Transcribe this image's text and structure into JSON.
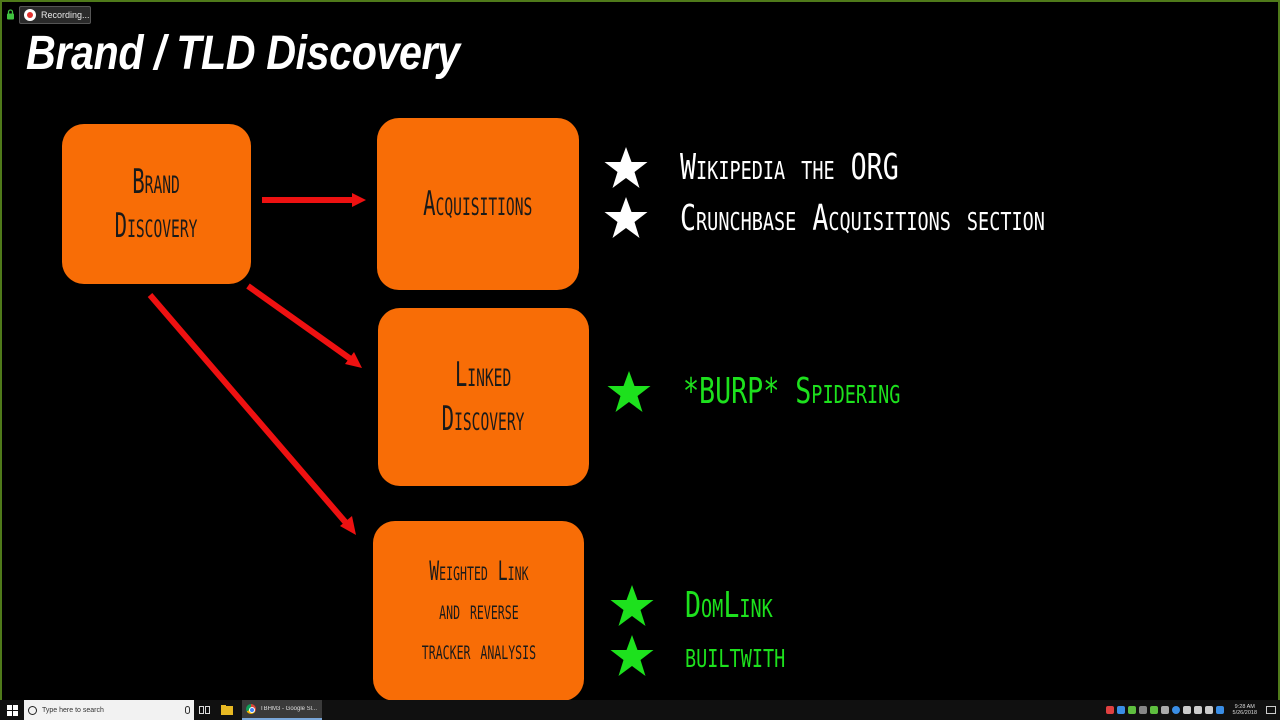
{
  "recording": {
    "label": "Recording..."
  },
  "slide": {
    "title": "Brand / TLD Discovery",
    "boxes": {
      "brand": [
        "Brand",
        "Discovery"
      ],
      "acquisitions": [
        "Acquisitions"
      ],
      "linked": [
        "Linked",
        "Discovery"
      ],
      "weighted": [
        "Weighted Link",
        "and reverse",
        "tracker analysis"
      ]
    },
    "bullets": {
      "acquisitions": [
        "Wikipedia the ORG",
        "Crunchbase Acquisitions section"
      ],
      "linked": [
        "*BURP* Spidering"
      ],
      "weighted": [
        "DomLink",
        "builtwith"
      ]
    },
    "colors": {
      "box": "#f86d06",
      "arrow": "#ee1111",
      "star_white": "#ffffff",
      "star_green": "#1de11d",
      "frame": "#4f7a1a"
    }
  },
  "taskbar": {
    "search_placeholder": "Type here to search",
    "window_label": "TBHM3 - Google Sl...",
    "clock_time": "9:28 AM",
    "clock_date": "5/26/2018",
    "icons": [
      "windows-logo-icon",
      "search-icon",
      "microphone-icon",
      "task-view-icon",
      "file-explorer-icon",
      "chrome-icon"
    ]
  }
}
